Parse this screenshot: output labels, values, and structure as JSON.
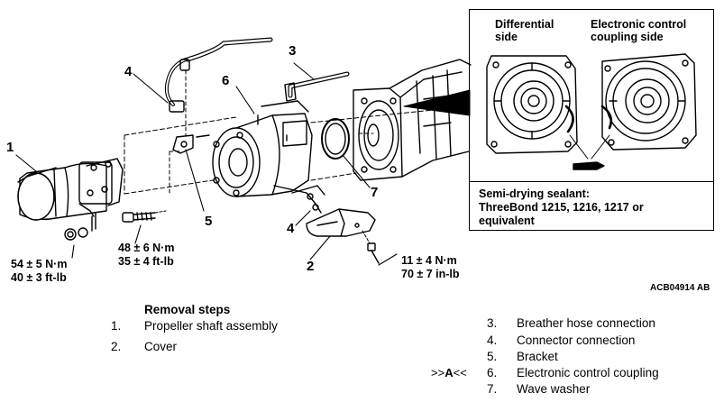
{
  "part_labels": {
    "p1": "1",
    "p2": "2",
    "p3": "3",
    "p4a": "4",
    "p4b": "4",
    "p5": "5",
    "p6": "6",
    "p7": "7"
  },
  "torques": {
    "left_line1": "54 ± 5 N·m",
    "left_line2": "40 ± 3 ft-lb",
    "middle_line1": "48 ± 6 N·m",
    "middle_line2": "35 ± 4 ft-lb",
    "right_line1": "11 ± 4 N·m",
    "right_line2": "70 ± 7 in-lb"
  },
  "inset": {
    "left_heading": "Differential\nside",
    "right_heading": "Electronic control\ncoupling side",
    "sealant_title": "Semi-drying sealant:",
    "sealant_body": "ThreeBond 1215, 1216, 1217 or\nequivalent"
  },
  "figure_code": "ACB04914 AB",
  "removal": {
    "title": "Removal steps",
    "steps_left": [
      {
        "num": "1.",
        "text": "Propeller shaft assembly"
      },
      {
        "num": "2.",
        "text": "Cover"
      }
    ],
    "steps_right": [
      {
        "num": "3.",
        "text": "Breather hose connection"
      },
      {
        "num": "4.",
        "text": "Connector connection"
      },
      {
        "num": "5.",
        "text": "Bracket"
      },
      {
        "num": "6.",
        "text": "Electronic control coupling"
      },
      {
        "num": "7.",
        "text": "Wave washer"
      }
    ],
    "marker_prefix": ">>",
    "marker_letter": "A",
    "marker_suffix": "<<"
  }
}
